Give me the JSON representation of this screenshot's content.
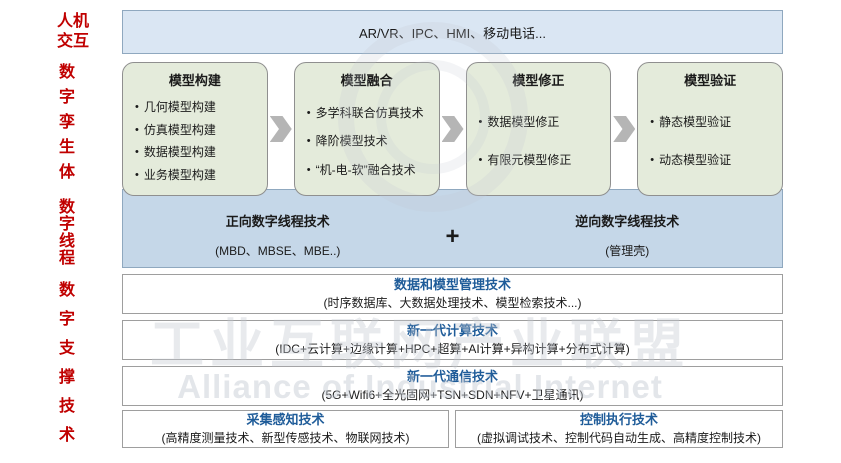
{
  "left_labels": [
    {
      "id": "human-machine-interaction",
      "text": "人机交互"
    },
    {
      "id": "digital-twin-body",
      "text": "数字孪生体"
    },
    {
      "id": "digital-thread",
      "text": "数字线程"
    },
    {
      "id": "digital-support-tech",
      "text": "数字支撑技术"
    }
  ],
  "top_bar": {
    "text": "AR/VR、IPC、HMI、移动电话..."
  },
  "model_boxes": [
    {
      "title": "模型构建",
      "items": [
        "几何模型构建",
        "仿真模型构建",
        "数据模型构建",
        "业务模型构建"
      ]
    },
    {
      "title": "模型融合",
      "items": [
        "多学科联合仿真技术",
        "降阶模型技术",
        "“机-电-软”融合技术"
      ]
    },
    {
      "title": "模型修正",
      "items": [
        "数据模型修正",
        "有限元模型修正"
      ]
    },
    {
      "title": "模型验证",
      "items": [
        "静态模型验证",
        "动态模型验证"
      ]
    }
  ],
  "thread_band": {
    "left": {
      "title": "正向数字线程技术",
      "subtitle": "(MBD、MBSE、MBE..)"
    },
    "plus": "+",
    "right": {
      "title": "逆向数字线程技术",
      "subtitle": "(管理壳)"
    }
  },
  "support_bars": [
    {
      "title": "数据和模型管理技术",
      "subtitle": "(时序数据库、大数据处理技术、模型检索技术...)"
    },
    {
      "title": "新一代计算技术",
      "subtitle": "(IDC+云计算+边缘计算+HPC+超算+AI计算+异构计算+分布式计算)"
    },
    {
      "title": "新一代通信技术",
      "subtitle": "(5G+Wifi6+全光固网+TSN+SDN+NFV+卫星通讯)"
    }
  ],
  "bottom_boxes": [
    {
      "title": "采集感知技术",
      "subtitle": "(高精度测量技术、新型传感技术、物联网技术)"
    },
    {
      "title": "控制执行技术",
      "subtitle": "(虚拟调试技术、控制代码自动生成、高精度控制技术)"
    }
  ],
  "watermark": {
    "cn": "工业互联网产业联盟",
    "en": "Alliance of Industrial Internet"
  },
  "icons": {
    "bullet": "•"
  },
  "colors": {
    "red": "#c00000",
    "blue": "#1f5c99",
    "green-fill": "#e4ebdb",
    "band-fill": "#c5d7e8",
    "top-fill": "#dae6f3",
    "arrow": "#b5b5b5"
  }
}
